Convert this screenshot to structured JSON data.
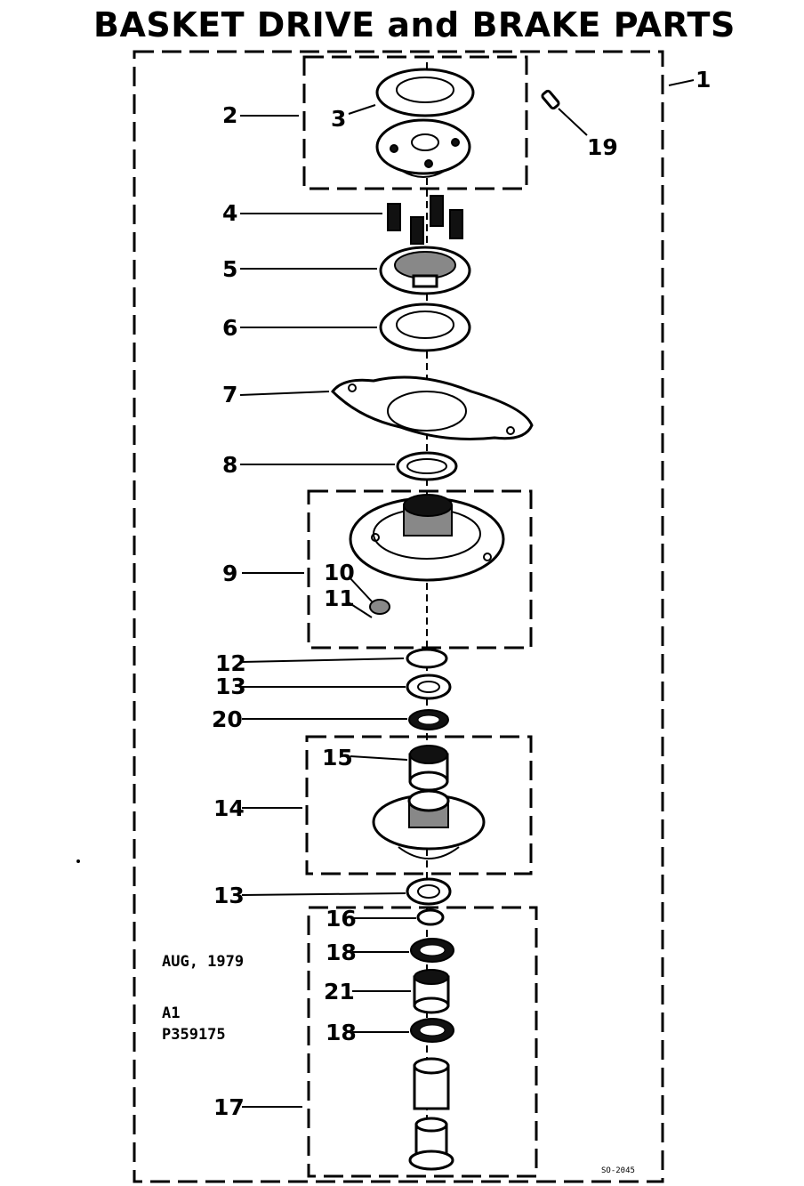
{
  "title": "BASKET DRIVE and BRAKE PARTS",
  "callouts": [
    "1",
    "2",
    "3",
    "19",
    "4",
    "5",
    "6",
    "7",
    "8",
    "9",
    "10",
    "11",
    "12",
    "13",
    "20",
    "15",
    "14",
    "13",
    "16",
    "18",
    "21",
    "18",
    "17"
  ],
  "notes": {
    "date": "AUG, 1979",
    "revision": "A1",
    "part_number": "P359175",
    "drawing_code": "SO-2045"
  }
}
